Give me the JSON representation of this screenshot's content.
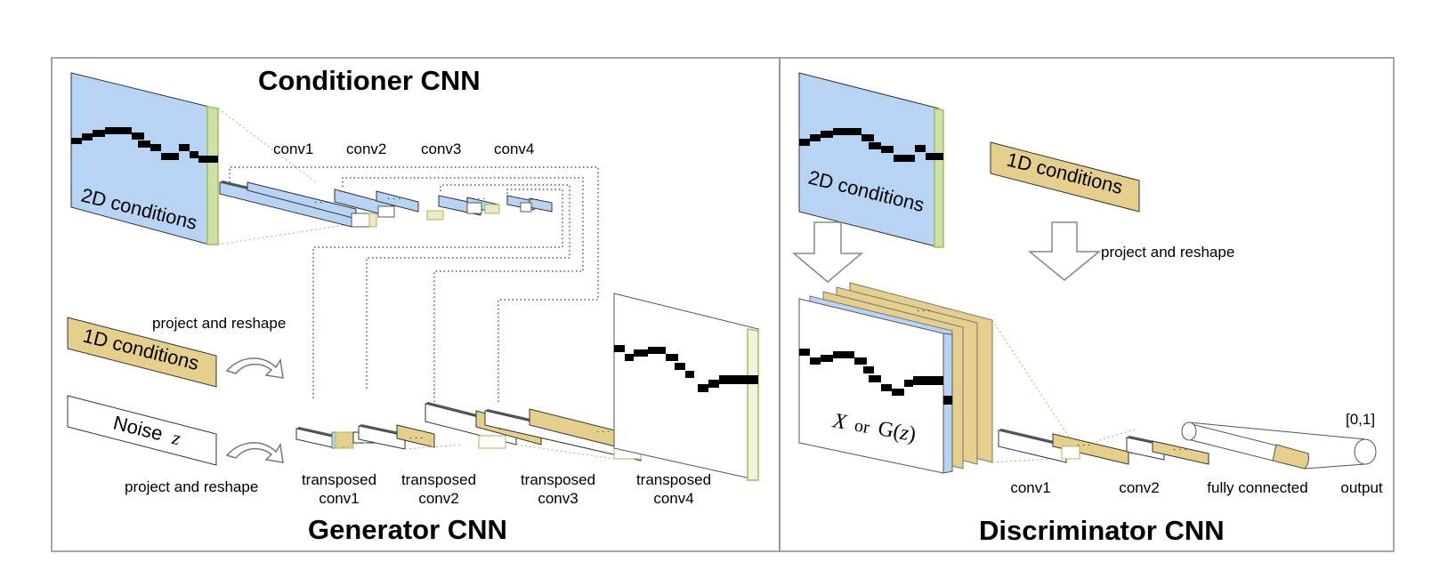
{
  "conditioner": {
    "title": "Conditioner CNN",
    "input_label": "2D conditions",
    "layers": [
      "conv1",
      "conv2",
      "conv3",
      "conv4"
    ]
  },
  "generator": {
    "title": "Generator CNN",
    "cond1d_label": "1D conditions",
    "noise_label": "Noise",
    "noise_symbol": "z",
    "project_top": "project and reshape",
    "project_bottom": "project and reshape",
    "layers": [
      {
        "line1": "transposed",
        "line2": "conv1"
      },
      {
        "line1": "transposed",
        "line2": "conv2"
      },
      {
        "line1": "transposed",
        "line2": "conv3"
      },
      {
        "line1": "transposed",
        "line2": "conv4"
      }
    ]
  },
  "discriminator": {
    "title": "Discriminator CNN",
    "cond2d_label": "2D conditions",
    "cond1d_label": "1D conditions",
    "project_label": "project and reshape",
    "input_text_a": "X",
    "input_text_or": "or",
    "input_text_b": "G(",
    "input_text_z": "z",
    "input_text_close": ")",
    "layers": [
      "conv1",
      "conv2",
      "fully connected",
      "output"
    ],
    "output_range": "[0,1]"
  },
  "colors": {
    "blue": "#b7d4f5",
    "tan": "#e6cf8c",
    "green_outline": "#9bc25a",
    "frame": "#8a8a8a"
  }
}
